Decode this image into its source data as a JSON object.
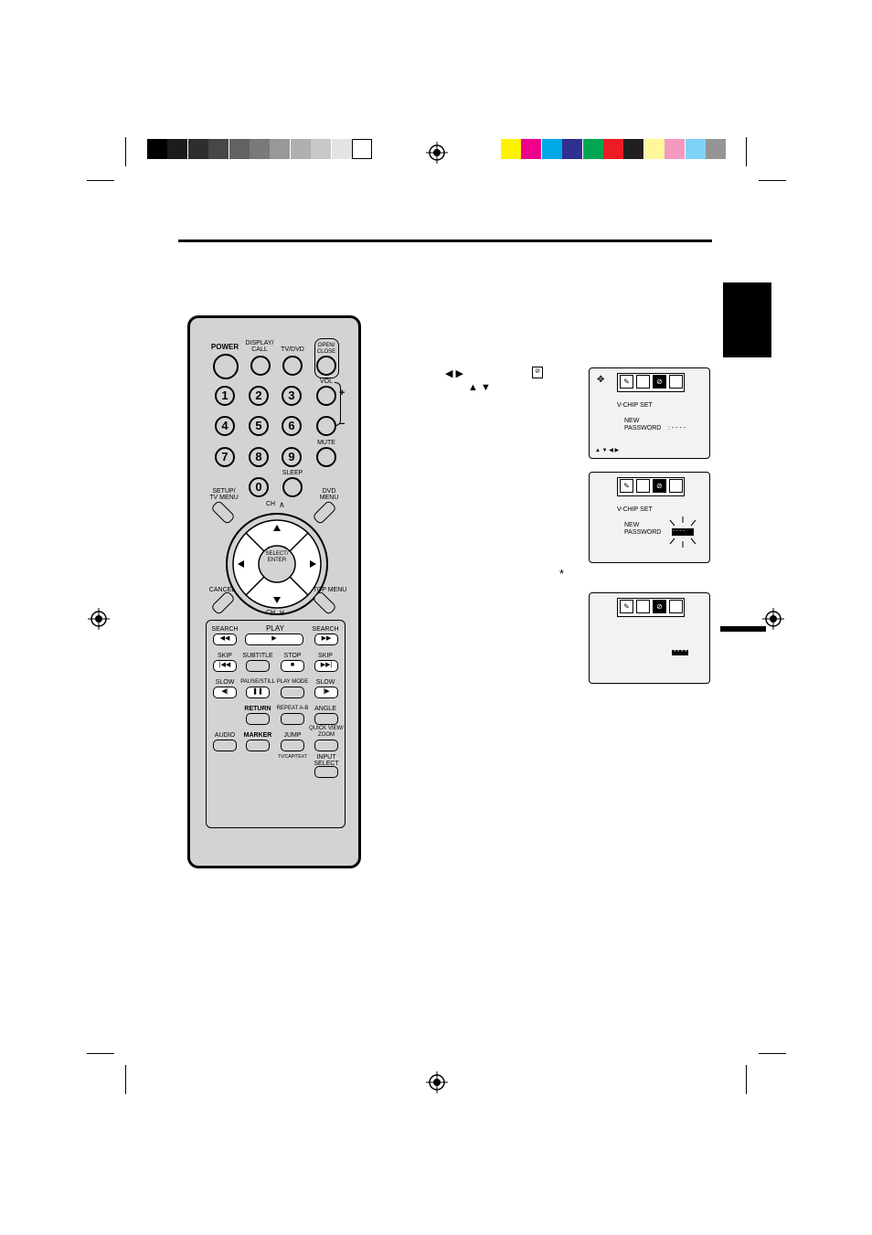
{
  "colors": {
    "tab_fill": "#000000",
    "remote_body": "#d3d3d3",
    "screen_bg": "#f2f2f2"
  },
  "swatches": {
    "gray": [
      "#000000",
      "#1c1c1c",
      "#2e2e2e",
      "#474747",
      "#626262",
      "#7a7a7a",
      "#989898",
      "#b0b0b0",
      "#c8c8c8",
      "#e3e3e3",
      "#ffffff"
    ],
    "color": [
      "#fff200",
      "#ec008c",
      "#00a8e8",
      "#2e3192",
      "#00a651",
      "#ed1c24",
      "#231f20",
      "#fff799",
      "#f49ac1",
      "#7dd3f7",
      "#959595"
    ]
  },
  "remote": {
    "top": {
      "power": "POWER",
      "display": "DISPLAY/\nCALL",
      "tvdvd": "TV/DVD",
      "openclose": "OPEN/\nCLOSE",
      "vol": "VOL",
      "plus": "+",
      "minus": "−"
    },
    "digits": [
      "1",
      "2",
      "3",
      "4",
      "5",
      "6",
      "7",
      "8",
      "9",
      "0"
    ],
    "mute": "MUTE",
    "sleep": "SLEEP",
    "setup": "SETUP/\nTV MENU",
    "dvdmenu": "DVD\nMENU",
    "ch_up": "CH",
    "ch_down": "CH",
    "select": "SELECT/\nENTER",
    "cancel": "CANCEL",
    "topmenu": "TOP MENU",
    "search_l": "SEARCH",
    "play": "PLAY",
    "search_r": "SEARCH",
    "skip_l": "SKIP",
    "subtitle": "SUBTITLE",
    "stop": "STOP",
    "skip_r": "SKIP",
    "slow_l": "SLOW",
    "pause": "PAUSE/STILL",
    "playmode": "PLAY MODE",
    "slow_r": "SLOW",
    "return": "RETURN",
    "repeat": "REPEAT A-B",
    "angle": "ANGLE",
    "audio": "AUDIO",
    "marker": "MARKER",
    "jump": "JUMP",
    "quickview": "QUICK VIEW/\nZOOM",
    "tvcap": "TV/CAP/TEXT",
    "input": "INPUT\nSELECT"
  },
  "screen1": {
    "title": "V-CHIP  SET",
    "new": "NEW",
    "password": "PASSWORD",
    "value": ": - - - -",
    "nav": "▲ ▼ ◀ ▶"
  },
  "screen2": {
    "title": "V-CHIP  SET",
    "new": "NEW",
    "password": "PASSWORD",
    "value": "- - - -"
  },
  "screen3": {
    "value": "* * * *"
  },
  "instructions": {
    "arrows_lr": "◀   ▶",
    "arrows_ud": "▲   ▼",
    "asterisk": "*"
  }
}
